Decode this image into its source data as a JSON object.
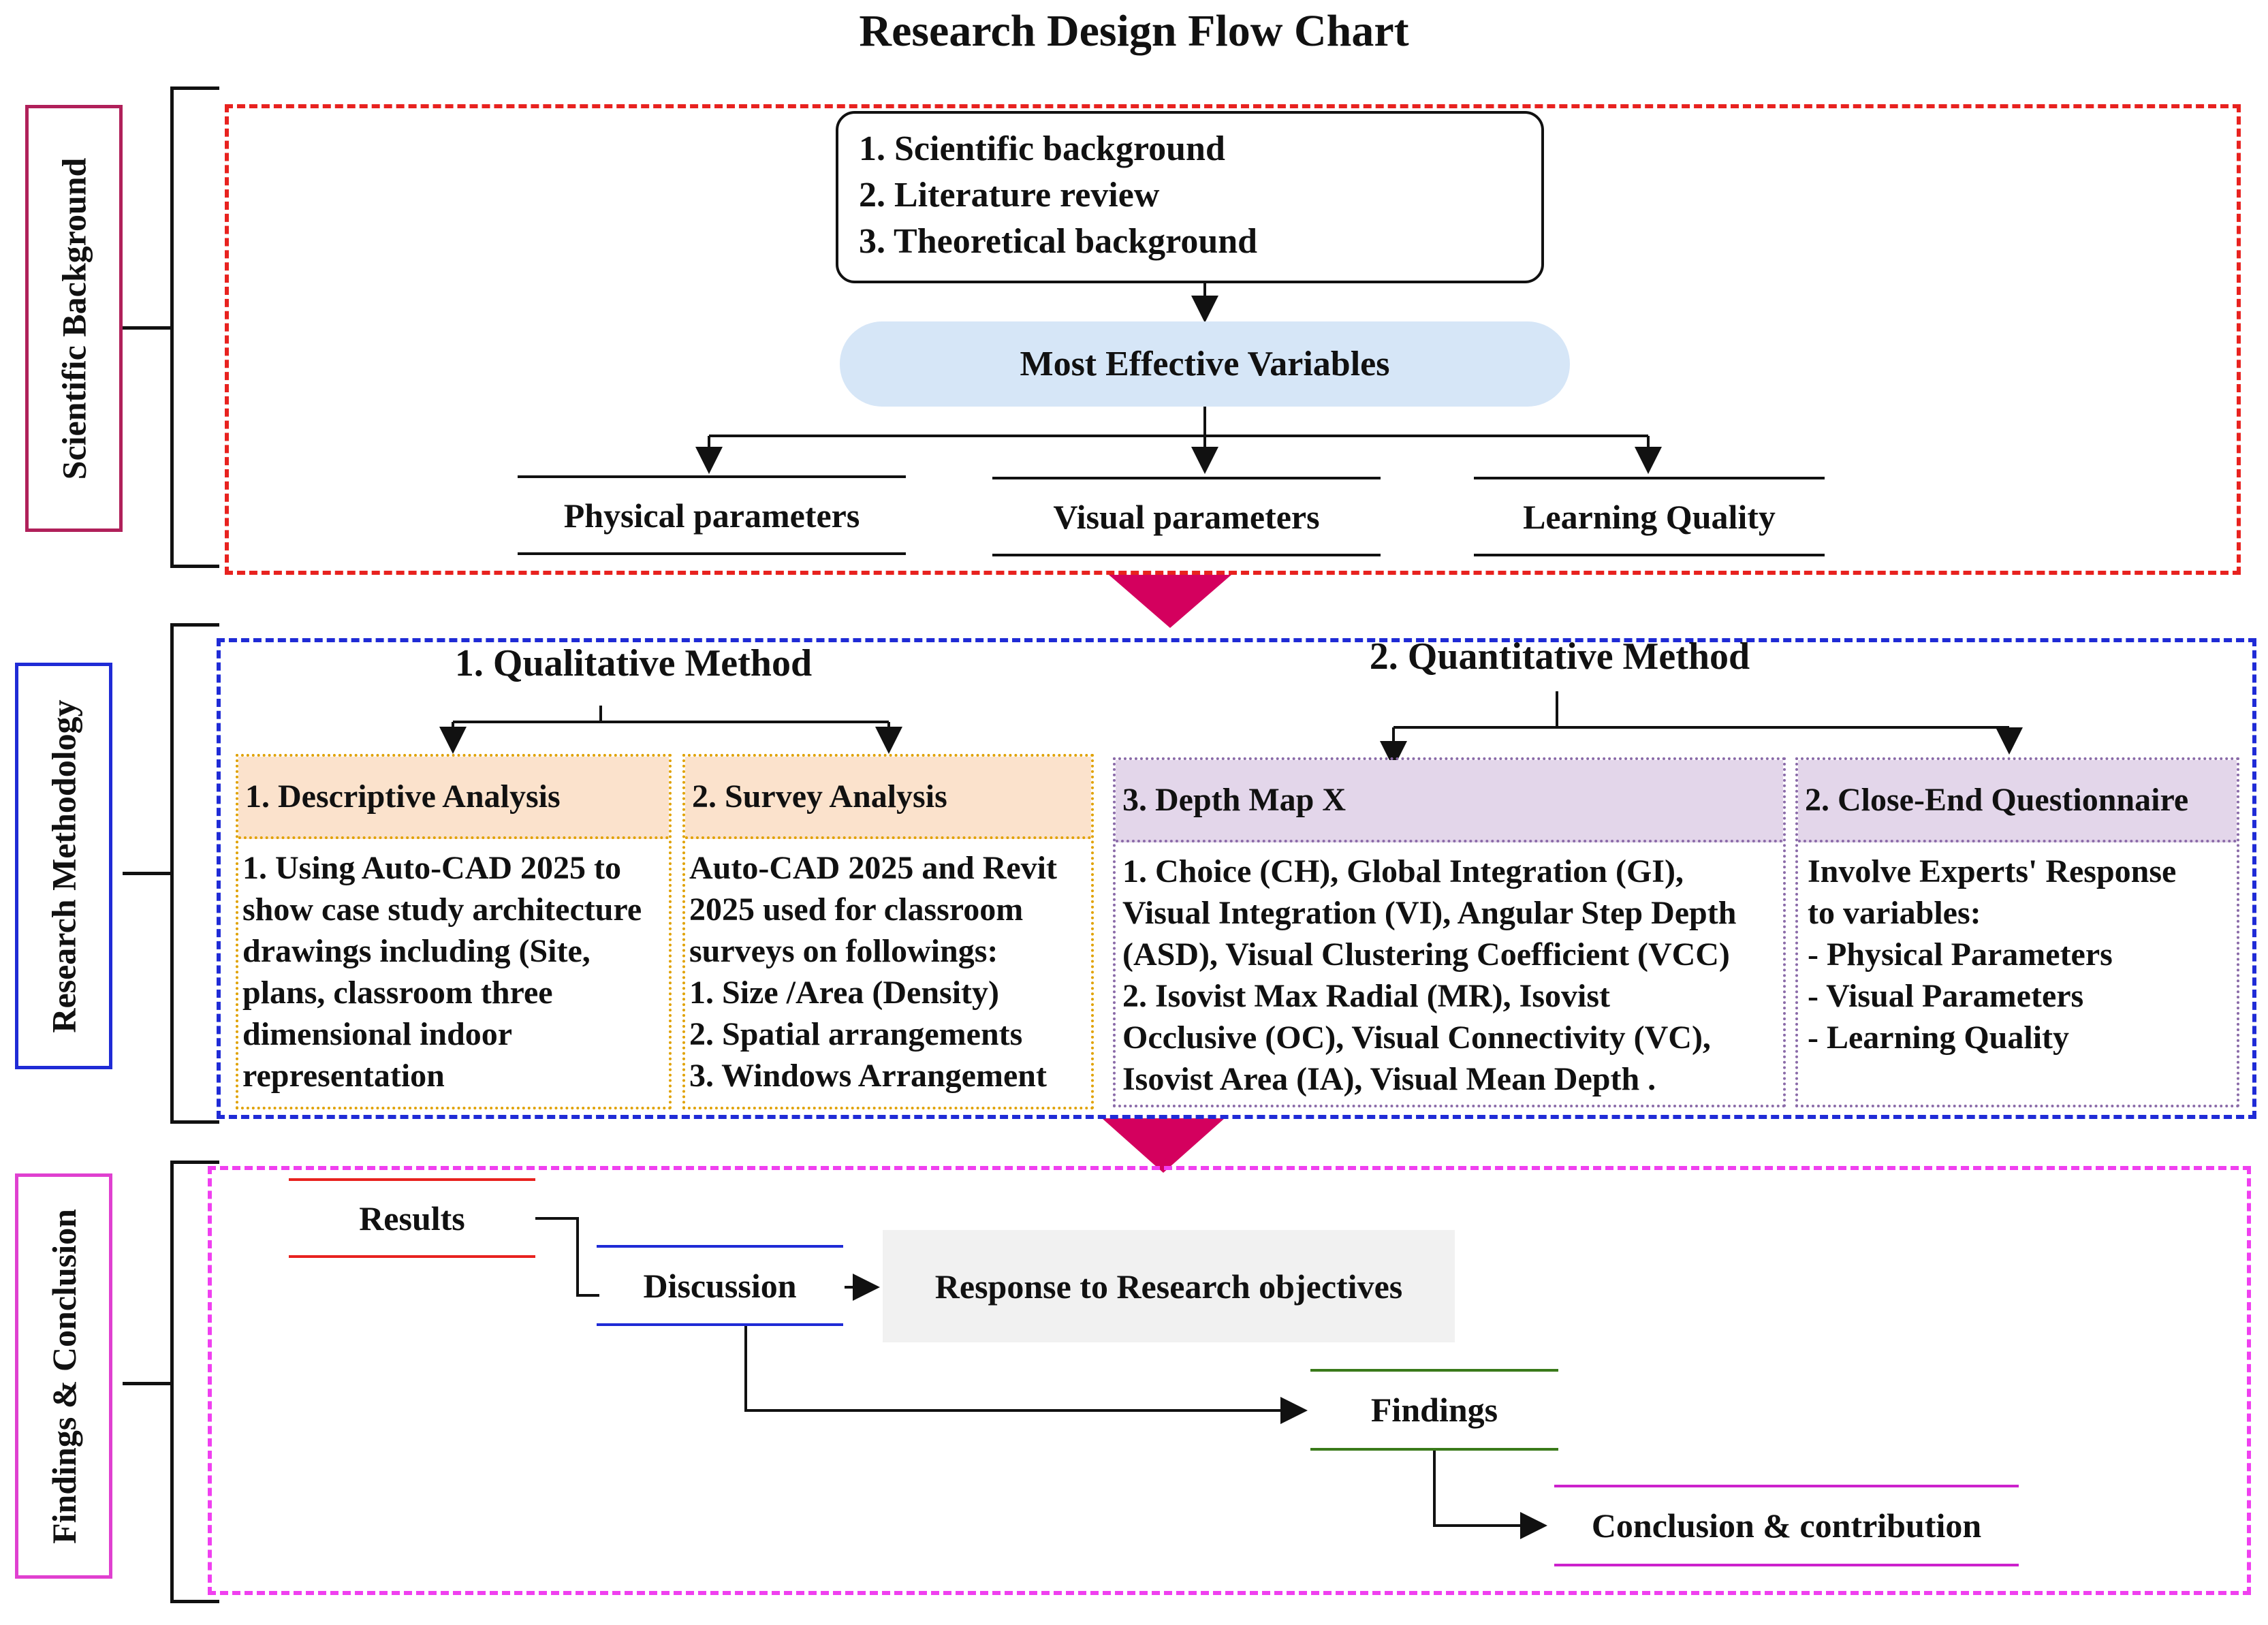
{
  "title": "Research Design Flow Chart",
  "stages": {
    "background": "Scientific Background",
    "methodology": "Research Methodology",
    "findings": "Findings & Conclusion"
  },
  "background": {
    "sources": [
      "1. Scientific background",
      "2. Literature review",
      "3. Theoretical background"
    ],
    "variables": "Most Effective Variables",
    "parameters": [
      "Physical parameters",
      "Visual parameters",
      "Learning Quality"
    ]
  },
  "methodology": {
    "qualitative": {
      "title": "1. Qualitative Method",
      "descriptive": {
        "header": "1. Descriptive Analysis",
        "lines": [
          "1. Using Auto-CAD 2025 to",
          "show case study architecture",
          "drawings including (Site,",
          "plans, classroom three",
          "dimensional indoor",
          "representation"
        ]
      },
      "survey": {
        "header": "2. Survey Analysis",
        "lines": [
          "Auto-CAD 2025 and Revit",
          "2025 used for classroom",
          "surveys on followings:",
          "1.  Size /Area (Density)",
          "2.  Spatial arrangements",
          "3. Windows Arrangement"
        ]
      }
    },
    "quantitative": {
      "title": "2. Quantitative Method",
      "depthmap": {
        "header": "3. Depth Map X",
        "lines": [
          "1. Choice (CH), Global Integration (GI),",
          "Visual Integration (VI), Angular Step Depth",
          "(ASD), Visual Clustering Coefficient (VCC)",
          "2. Isovist Max Radial (MR), Isovist",
          "Occlusive (OC), Visual Connectivity (VC),",
          "Isovist Area (IA), Visual Mean Depth ."
        ]
      },
      "questionnaire": {
        "header": "2.  Close-End Questionnaire",
        "lines": [
          "Involve Experts' Response",
          "to  variables:",
          "- Physical Parameters",
          "- Visual Parameters",
          "- Learning Quality"
        ]
      }
    }
  },
  "findings": {
    "results": "Results",
    "discussion": "Discussion",
    "response": "Response to Research objectives",
    "findings": "Findings",
    "conclusion": "Conclusion & contribution"
  },
  "colors": {
    "background_border": "#e8221f",
    "methodology_border": "#1f2bd6",
    "findings_border": "#f040f0",
    "background_label": "#b0205a",
    "methodology_label": "#1f2bd6",
    "findings_label": "#e040d0",
    "arrow_stage": "#d4005e",
    "variables_fill": "#d6e6f7",
    "qualitative_header": "#fbe2cc",
    "qualitative_border": "#e0a100",
    "quantitative_header": "#e3d6ea",
    "quantitative_border": "#8a6aa8",
    "results_line": "#e8221f",
    "discussion_line": "#1f2bd6",
    "findings_line": "#3a7a1a",
    "conclusion_line": "#cc22cc",
    "response_fill": "#f1f1f1"
  }
}
